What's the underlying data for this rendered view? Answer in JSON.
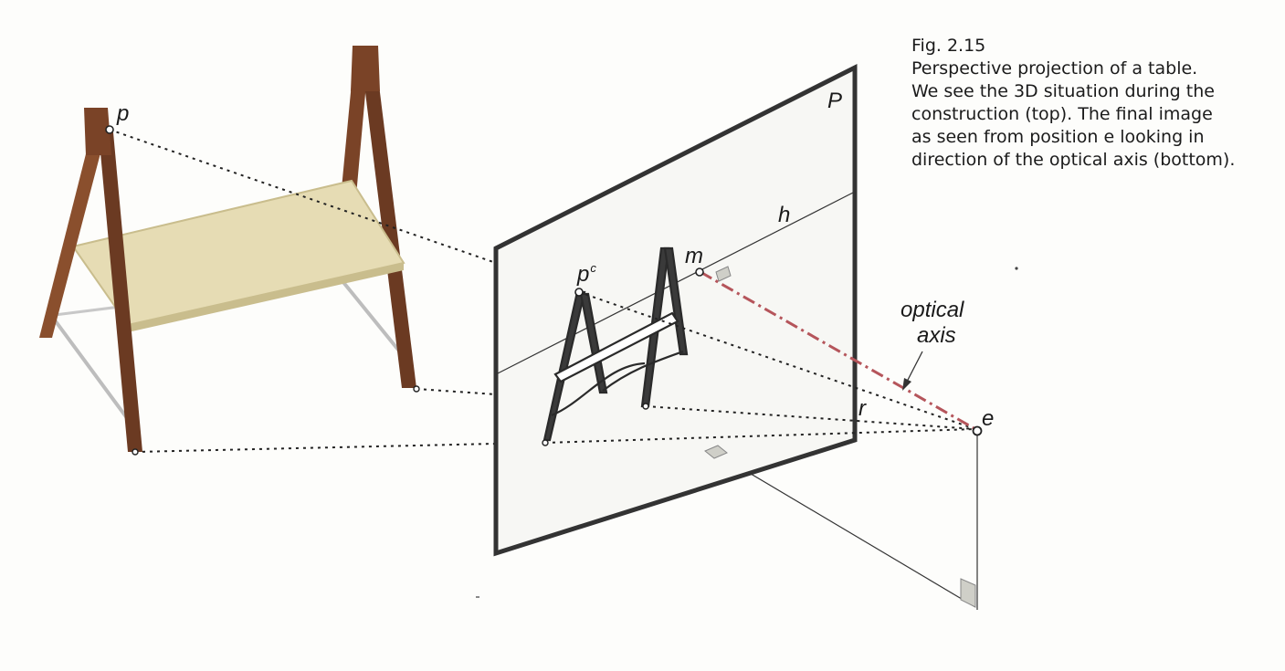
{
  "caption": {
    "fig_number": "Fig. 2.15",
    "lines": [
      "Perspective projection of a table.",
      "We see the 3D situation during the",
      "construction (top). The final image",
      "as seen from position e looking in",
      "direction of the optical axis (bottom)."
    ]
  },
  "labels": {
    "point_p": "p",
    "point_pc_base": "p",
    "point_pc_sup": "c",
    "plane": "P",
    "horizon": "h",
    "point_m": "m",
    "optical_axis_line1": "optical",
    "optical_axis_line2": "axis",
    "ray": "r",
    "eye": "e"
  },
  "colors": {
    "wood_dark": "#6b3a22",
    "wood_light": "#8a4f2d",
    "tabletop": "#e6dcb4",
    "tabletop_edge": "#c9bd8d",
    "plane_fill": "#f7f7f4",
    "plane_border": "#333333",
    "optical_axis": "#b5555b",
    "marker_fill": "#cfcfc8"
  }
}
